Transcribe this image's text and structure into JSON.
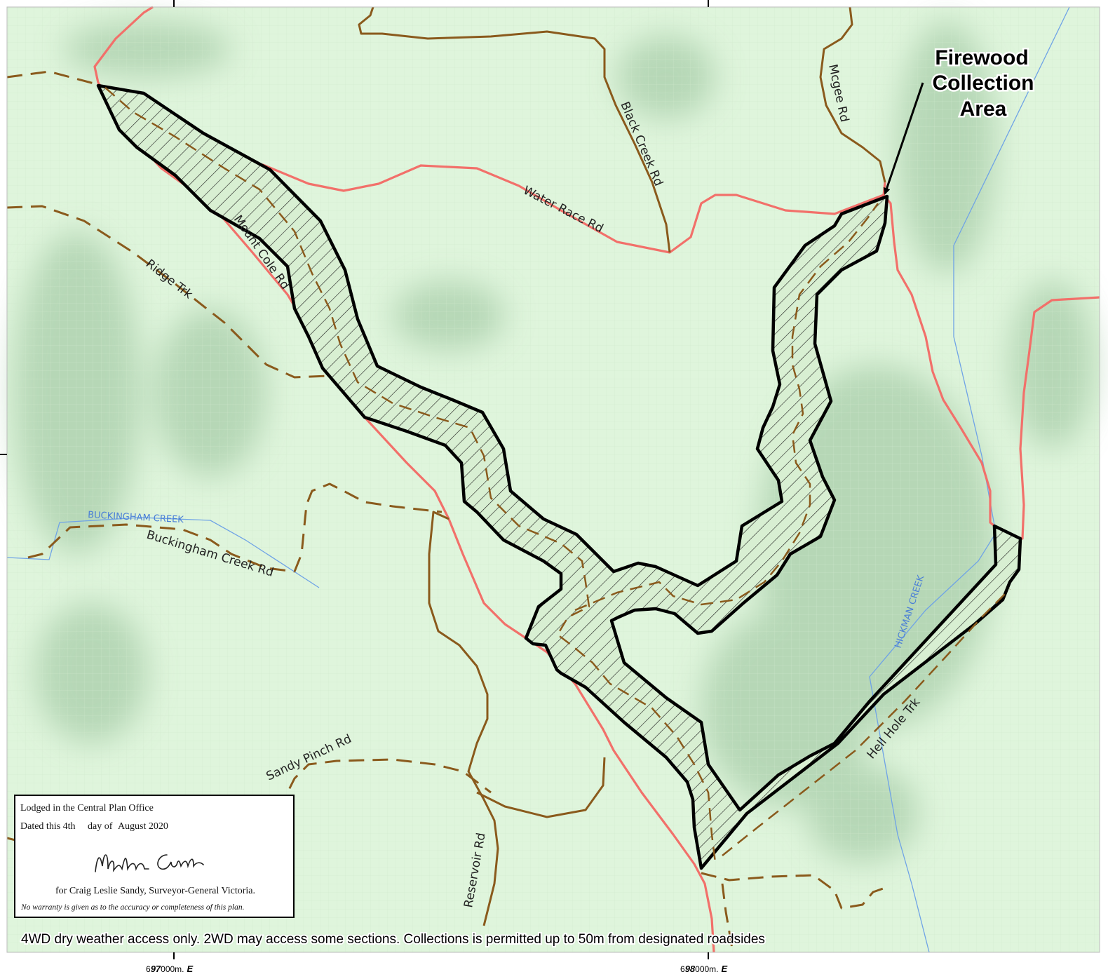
{
  "map": {
    "callout": {
      "line1": "Firewood",
      "line2": "Collection",
      "line3": "Area"
    },
    "roads": {
      "water_race": "Water Race Rd",
      "black_creek": "Black Creek Rd",
      "mcgee": "Mcgee Rd",
      "mount_cole": "Mount Cole Rd",
      "ridge": "Ridge Trk",
      "buckingham_creek_rd": "Buckingham Creek Rd",
      "sandy_pinch": "Sandy Pinch Rd",
      "reservoir": "Reservoir Rd",
      "hell_hole": "Hell Hole Trk"
    },
    "creeks": {
      "buckingham": "BUCKINGHAM CREEK",
      "hickman": "HICKMAN CREEK"
    },
    "notice": "4WD dry weather access only.  2WD may access some sections.  Collections is permitted up to 50m from designated roadsides",
    "grid_labels": {
      "e697_prefix": "6",
      "e697_bold": "97",
      "e697_suffix": "000m.",
      "e697_unit": "E",
      "e698_prefix": "6",
      "e698_bold": "98",
      "e698_suffix": "000m.",
      "e698_unit": "E"
    },
    "colors": {
      "background": "#dff5dc",
      "sealed_road": "#f2706a",
      "track": "#8a5a1c",
      "creek": "#6fa3e6",
      "collection_area_fill": "#d8efd2",
      "collection_area_outline": "#000000"
    }
  },
  "plan_box": {
    "lodged": "Lodged in the Central Plan Office",
    "dated_prefix": "Dated this",
    "day": "4th",
    "day_of": "day of",
    "month_year": "August 2020",
    "signature": "Matthew Curtis",
    "for_line": "for Craig Leslie Sandy, Surveyor-General Victoria.",
    "disclaimer": "No warranty is given as to the accuracy or completeness of this plan."
  }
}
